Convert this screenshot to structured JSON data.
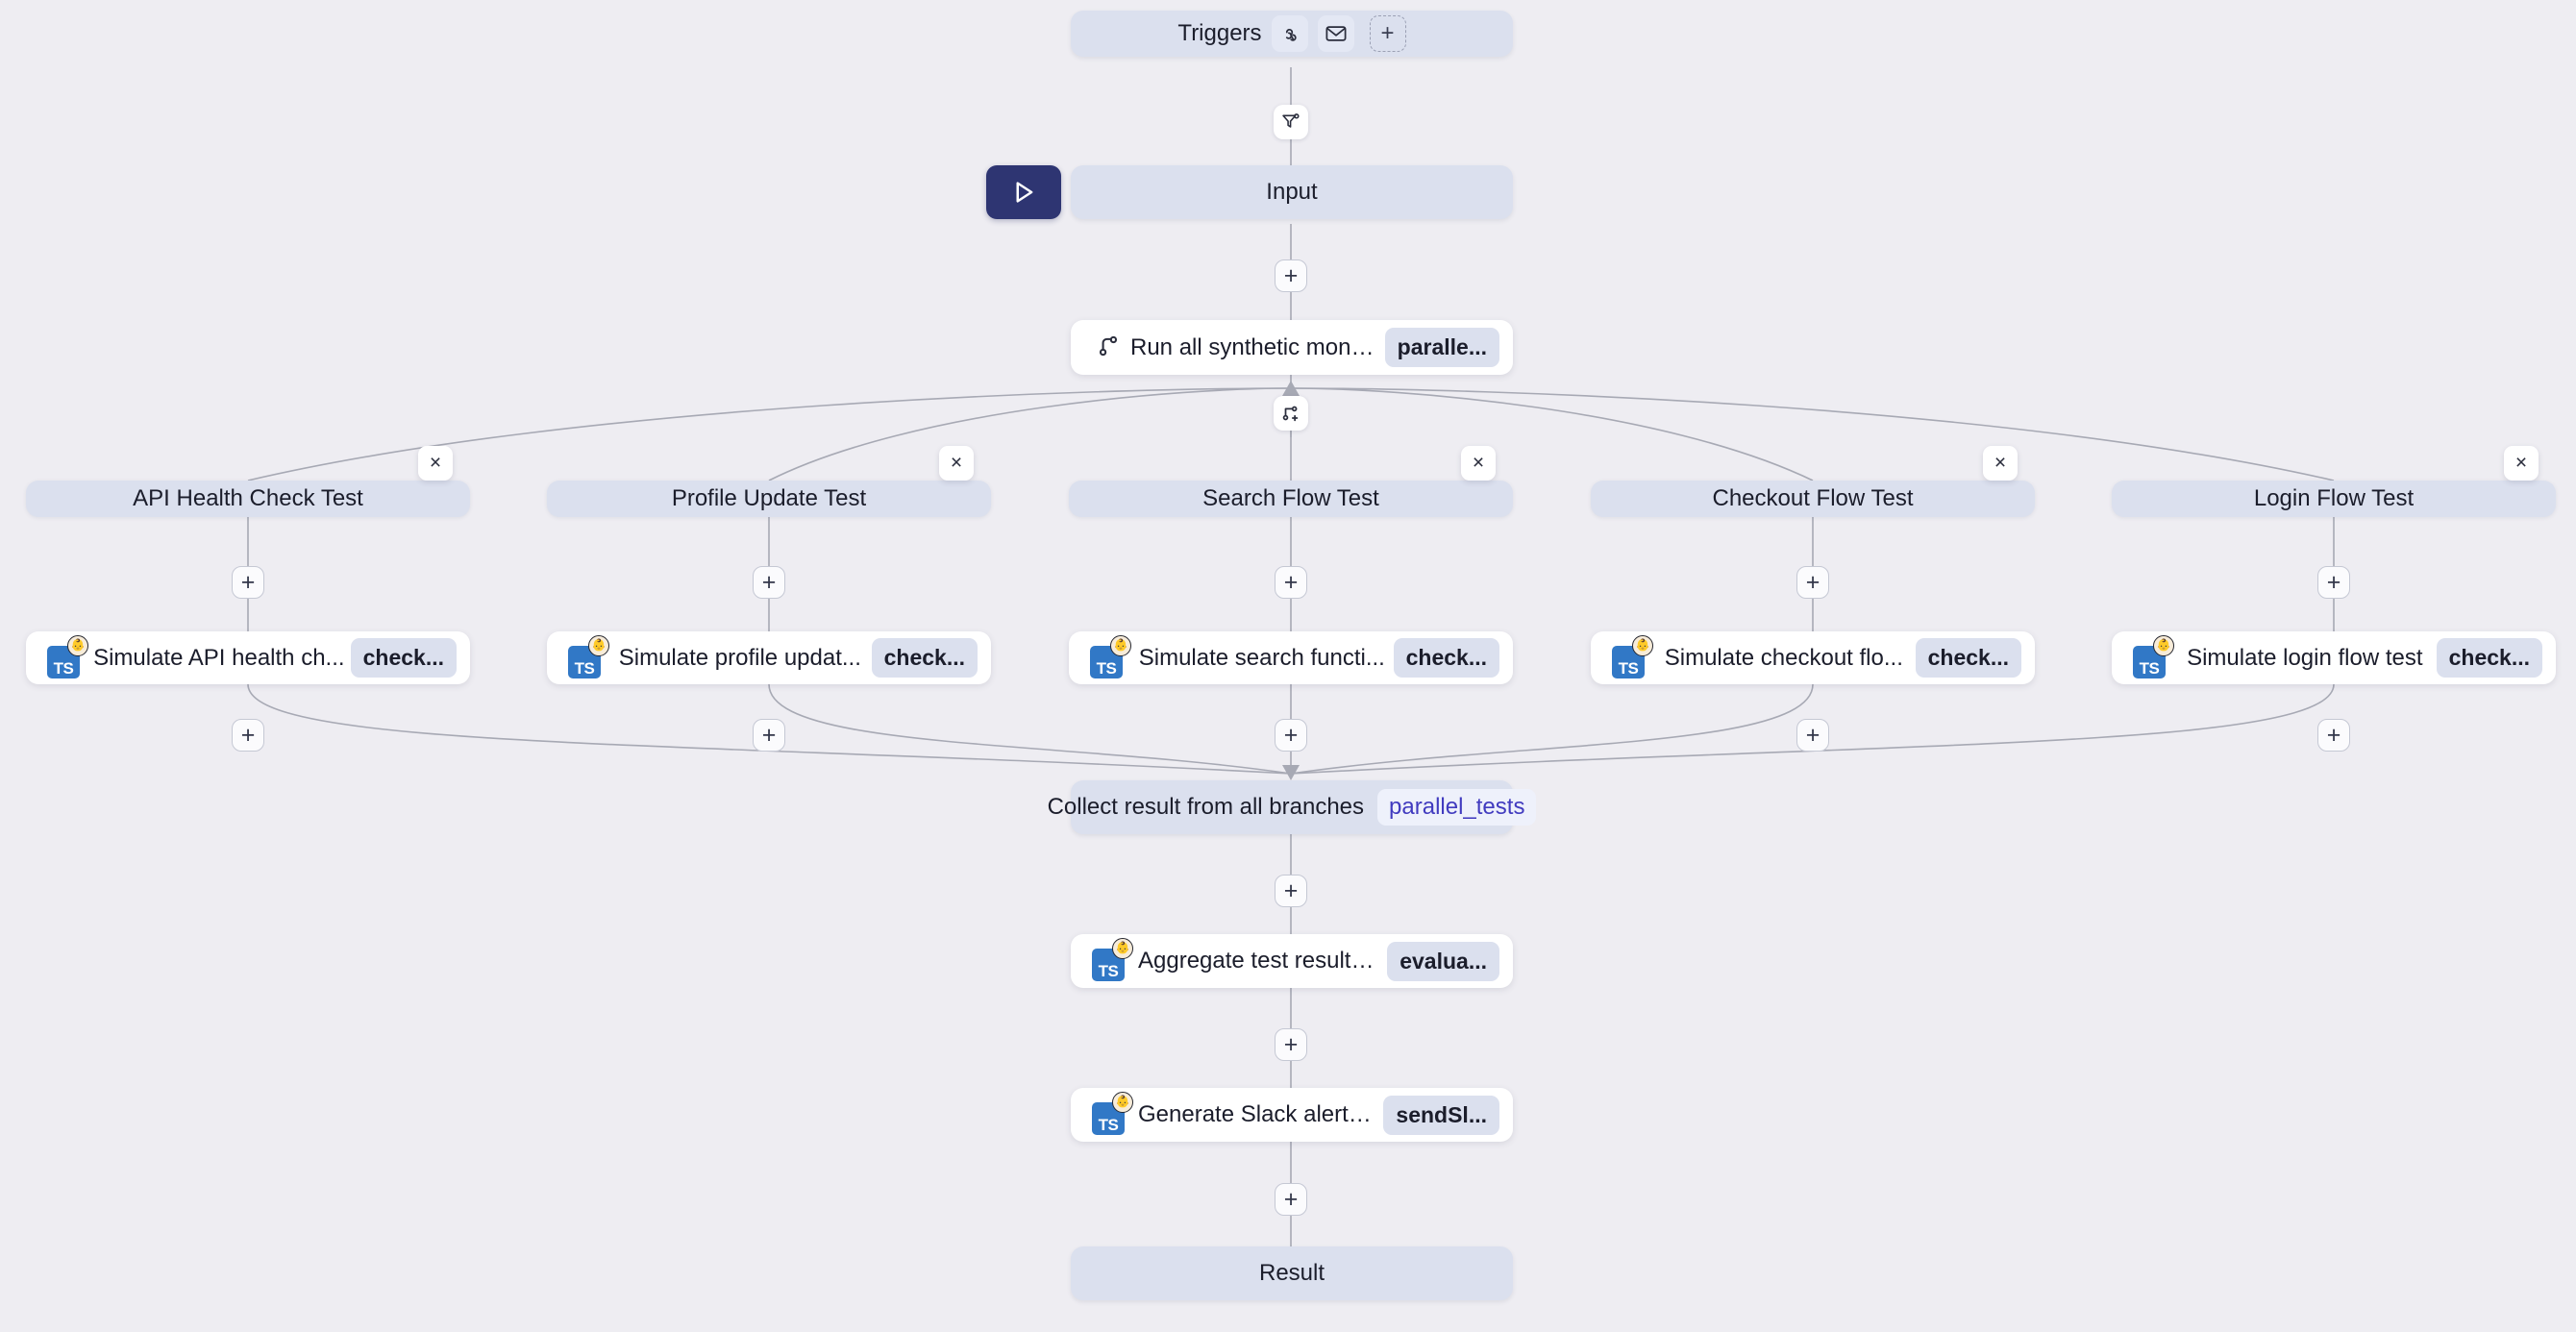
{
  "canvas": {
    "bg_color": "#eeedf2"
  },
  "triggers": {
    "label": "Triggers",
    "icons": [
      {
        "name": "webhook-icon"
      },
      {
        "name": "email-icon"
      }
    ],
    "add_label": "+"
  },
  "filter_button": {
    "icon": "filter-settings-icon"
  },
  "run_button": {
    "icon": "play-icon"
  },
  "input_node": {
    "label": "Input"
  },
  "branch_node": {
    "title": "Run all synthetic monit...",
    "chip": "paralle...",
    "icon": "git-branch-icon"
  },
  "branch_add_button": {
    "icon": "branch-add-icon"
  },
  "add_button_label": "+",
  "close_button_label": "×",
  "branches": [
    {
      "header": "API Health Check Test",
      "task": {
        "title": "Simulate API health ch...",
        "chip": "check...",
        "icon": "typescript-icon",
        "badge": "👶"
      }
    },
    {
      "header": "Profile Update Test",
      "task": {
        "title": "Simulate profile updat...",
        "chip": "check...",
        "icon": "typescript-icon",
        "badge": "👶"
      }
    },
    {
      "header": "Search Flow Test",
      "task": {
        "title": "Simulate search functi...",
        "chip": "check...",
        "icon": "typescript-icon",
        "badge": "👶"
      }
    },
    {
      "header": "Checkout Flow Test",
      "task": {
        "title": "Simulate checkout flo...",
        "chip": "check...",
        "icon": "typescript-icon",
        "badge": "👶"
      }
    },
    {
      "header": "Login Flow Test",
      "task": {
        "title": "Simulate login flow test",
        "chip": "check...",
        "icon": "typescript-icon",
        "badge": "👶"
      }
    }
  ],
  "collect_node": {
    "title": "Collect result from all branches",
    "chip": "parallel_tests"
  },
  "aggregate_node": {
    "title": "Aggregate test results ...",
    "chip": "evalua...",
    "icon": "typescript-icon",
    "badge": "👶"
  },
  "slack_node": {
    "title": "Generate Slack alert m...",
    "chip": "sendSl...",
    "icon": "typescript-icon",
    "badge": "👶"
  },
  "result_node": {
    "label": "Result"
  }
}
